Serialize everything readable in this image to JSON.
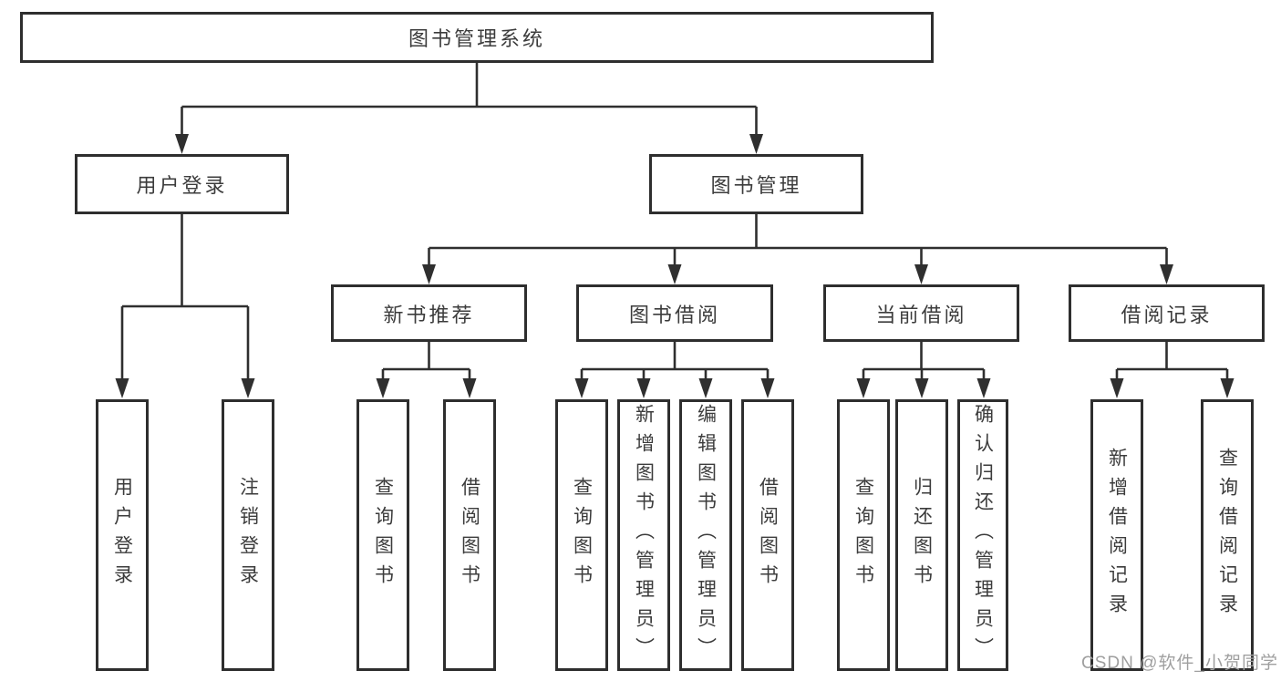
{
  "tree": {
    "root": {
      "label": "图书管理系统"
    },
    "branches": [
      {
        "label": "用户登录",
        "leaves": [
          {
            "label": "用户登录"
          },
          {
            "label": "注销登录"
          }
        ]
      },
      {
        "label": "图书管理",
        "sections": [
          {
            "label": "新书推荐",
            "leaves": [
              {
                "label": "查询图书"
              },
              {
                "label": "借阅图书"
              }
            ]
          },
          {
            "label": "图书借阅",
            "leaves": [
              {
                "label": "查询图书"
              },
              {
                "label": "新增图书（管理员）"
              },
              {
                "label": "编辑图书（管理员）"
              },
              {
                "label": "借阅图书"
              }
            ]
          },
          {
            "label": "当前借阅",
            "leaves": [
              {
                "label": "查询图书"
              },
              {
                "label": "归还图书"
              },
              {
                "label": "确认归还（管理员）"
              }
            ]
          },
          {
            "label": "借阅记录",
            "leaves": [
              {
                "label": "新增借阅记录"
              },
              {
                "label": "查询借阅记录"
              }
            ]
          }
        ]
      }
    ]
  },
  "watermark": {
    "text": "CSDN @软件_小贺同学"
  },
  "colors": {
    "line": "#2f2f2f",
    "box_border": "#2e2e2e",
    "text": "#3c3c3c",
    "watermark": "#9f9f9f",
    "background": "#ffffff"
  }
}
